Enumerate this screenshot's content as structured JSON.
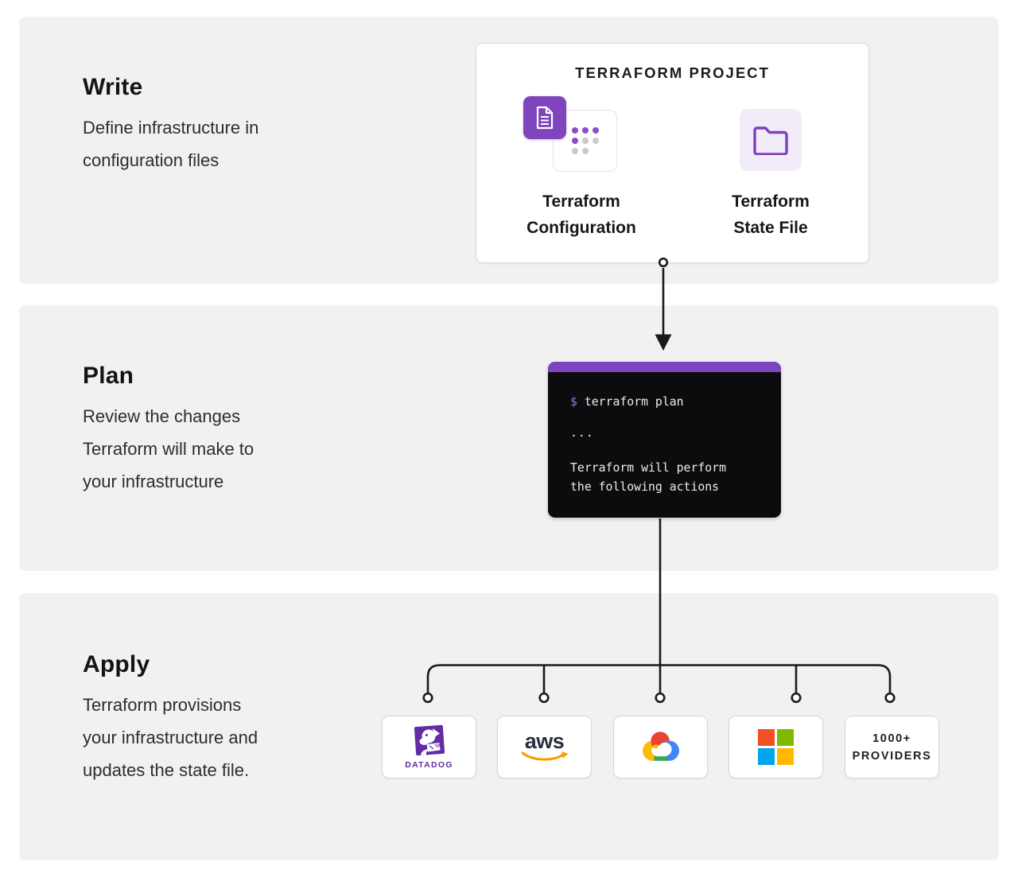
{
  "sections": [
    {
      "title": "Write",
      "lines": [
        "Define infrastructure in",
        "configuration files"
      ]
    },
    {
      "title": "Plan",
      "lines": [
        "Review the changes",
        "Terraform will make to",
        "your infrastructure"
      ]
    },
    {
      "title": "Apply",
      "lines": [
        "Terraform provisions",
        "your infrastructure and",
        "updates the state file."
      ]
    }
  ],
  "project_card": {
    "title": "TERRAFORM PROJECT",
    "configuration_label": [
      "Terraform",
      "Configuration"
    ],
    "state_file_label": [
      "Terraform",
      "State File"
    ]
  },
  "terminal": {
    "prompt": "$",
    "command": "terraform plan",
    "ellipsis": "...",
    "output": [
      "Terraform will perform",
      "the following actions"
    ]
  },
  "providers": {
    "datadog_label": "DATADOG",
    "aws_wordmark": "aws",
    "more_label": [
      "1000+",
      "PROVIDERS"
    ]
  },
  "colors": {
    "panel_gray": "#f1f1f2",
    "terraform_purple": "#7f45bd",
    "terminal_header_purple": "#7d44bf",
    "terminal_background": "#0c0b0e",
    "terminal_prompt_purple": "#9d71dd",
    "lavender": "#f2ecf9",
    "connector_black": "#1a1a1c",
    "datadog_purple": "#632ca6",
    "aws_dark": "#252f3e",
    "aws_orange": "#ff9900",
    "gcp_blue": "#4285f4",
    "gcp_red": "#ea4335",
    "gcp_yellow": "#fbbc05",
    "gcp_green": "#34a853",
    "ms_red": "#f25022",
    "ms_green": "#7fba00",
    "ms_blue": "#00a4ef",
    "ms_yellow": "#ffb900"
  }
}
